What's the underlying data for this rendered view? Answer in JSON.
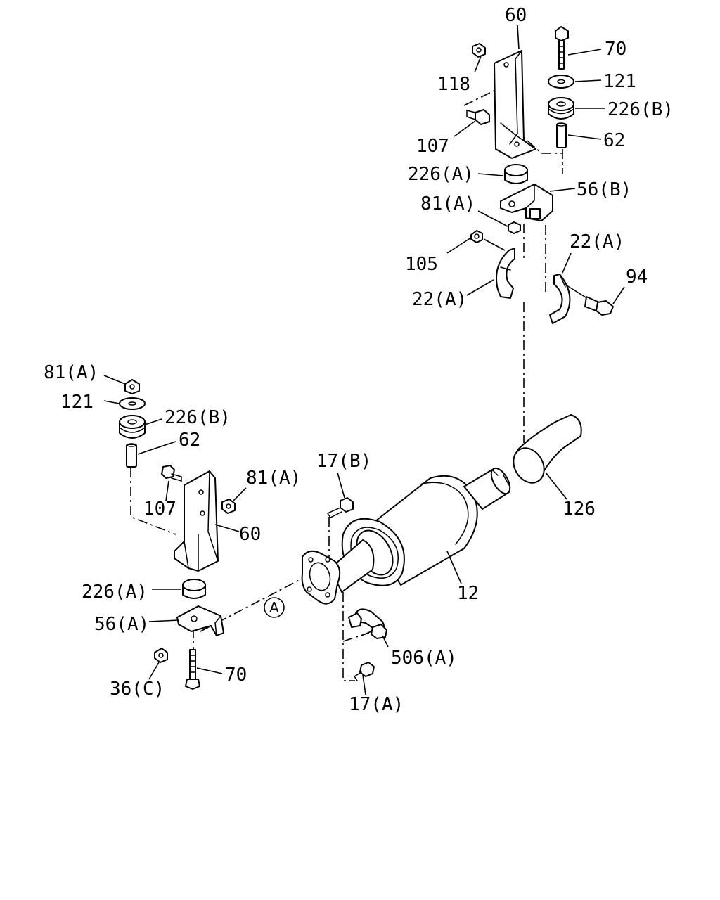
{
  "labels": {
    "l_60_top": "60",
    "l_70_top": "70",
    "l_118": "118",
    "l_121_top": "121",
    "l_226b_top": "226(B)",
    "l_107_top": "107",
    "l_62_top": "62",
    "l_226a_top": "226(A)",
    "l_56b": "56(B)",
    "l_81a_top": "81(A)",
    "l_22a_right": "22(A)",
    "l_105": "105",
    "l_94": "94",
    "l_22a_left": "22(A)",
    "l_81a_left": "81(A)",
    "l_121_left": "121",
    "l_226b_left": "226(B)",
    "l_62_left": "62",
    "l_17b": "17(B)",
    "l_81a_mid": "81(A)",
    "l_107_left": "107",
    "l_60_left": "60",
    "l_126": "126",
    "l_226a_left": "226(A)",
    "l_12": "12",
    "l_56a": "56(A)",
    "l_506a": "506(A)",
    "l_70_left": "70",
    "l_36c": "36(C)",
    "l_17a": "17(A)",
    "ref_a": "A"
  }
}
